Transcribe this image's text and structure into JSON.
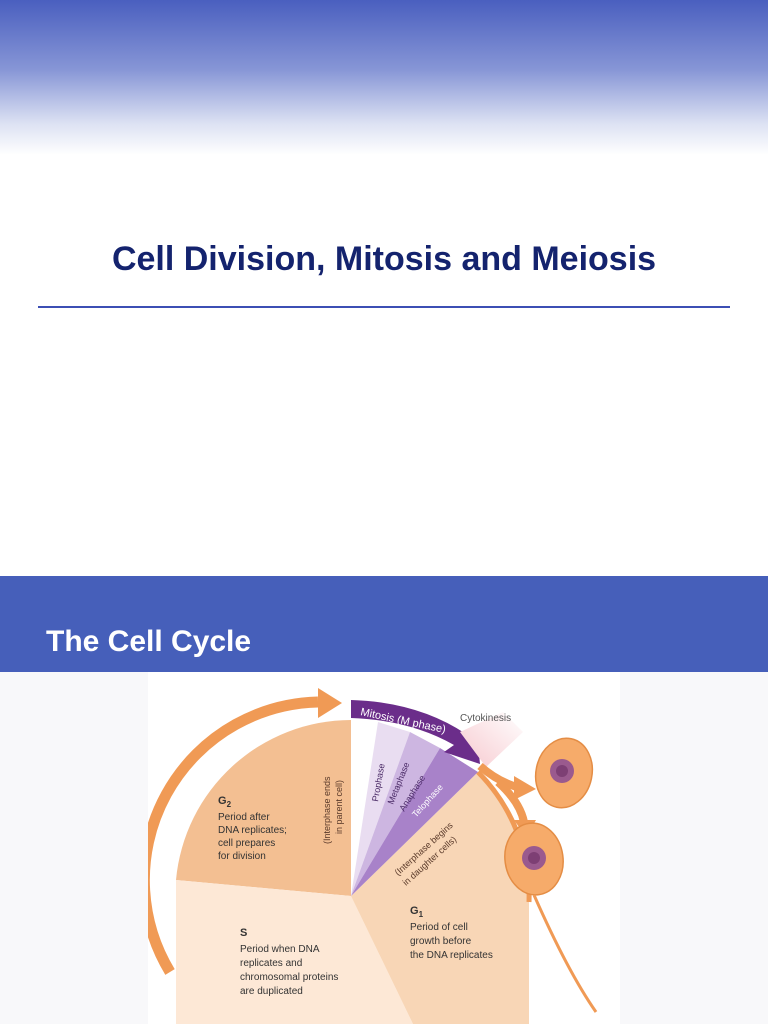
{
  "slide1": {
    "title": "Cell Division, Mitosis and Meiosis"
  },
  "slide2": {
    "title": "The Cell Cycle",
    "diagram": {
      "mitosis_label": "Mitosis (M phase)",
      "cytokinesis": "Cytokinesis",
      "phases": [
        "Prophase",
        "Metaphase",
        "Anaphase",
        "Telophase"
      ],
      "interphase_ends": [
        "(Interphase ends",
        "in parent cell)"
      ],
      "interphase_begins": [
        "(Interphase begins",
        "in daughter cells)"
      ],
      "g2": {
        "label": "G",
        "sub": "2",
        "lines": [
          "Period after",
          "DNA replicates;",
          "cell prepares",
          "for division"
        ]
      },
      "s": {
        "label": "S",
        "lines": [
          "Period when DNA",
          "replicates and",
          "chromosomal proteins",
          "are duplicated"
        ]
      },
      "g1": {
        "label": "G",
        "sub": "1",
        "lines": [
          "Period of cell",
          "growth before",
          "the DNA replicates"
        ]
      },
      "colors": {
        "g2": "#f3bf92",
        "s": "#fde8d6",
        "g1": "#f8d6b6",
        "arrow": "#f09a55",
        "mitosis": "#6b2d8a",
        "cell": "#f6ab6a",
        "nucleus": "#9a5a8e"
      }
    }
  }
}
